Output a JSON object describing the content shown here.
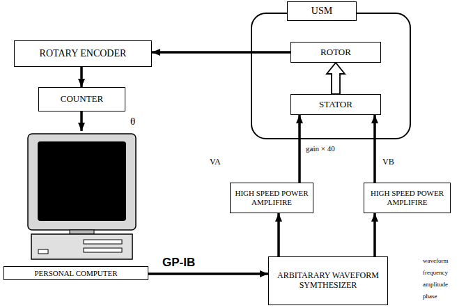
{
  "diagram": {
    "nodes": [
      {
        "text": [
          "USM"
        ]
      },
      {
        "text": [
          "ROTOR"
        ],
        "in": 0
      },
      {
        "text": [
          "STATOR"
        ],
        "in": 0
      },
      {
        "text": [
          "ROTARY ENCODER"
        ]
      },
      {
        "text": [
          "COUNTER"
        ]
      },
      {
        "text": [
          "PERSONAL COMPUTER"
        ]
      },
      {
        "text": [
          "HIGH SPEED POWER AMPLIFIRE"
        ]
      },
      {
        "text": [
          "HIGH SPEED POWER AMPLIFIRE"
        ]
      },
      {
        "text": [
          "ARBITARARY WAVEFORM SYMTHESIZER"
        ]
      }
    ],
    "edges": [
      {
        "from": 2,
        "to": 1,
        "arrow": "to"
      },
      {
        "from": 1,
        "to": 3,
        "arrow": "to"
      },
      {
        "from": 3,
        "to": 4,
        "arrow": "to"
      },
      {
        "from": 4,
        "to": 5,
        "label": "θ",
        "arrow": "to"
      },
      {
        "from": 5,
        "to": 8,
        "label": "GP-IB",
        "arrow": "to"
      },
      {
        "from": 8,
        "to": 6,
        "arrow": "to"
      },
      {
        "from": 8,
        "to": 7,
        "arrow": "to"
      },
      {
        "from": 6,
        "to": 2,
        "label": "VA",
        "arrow": "to"
      },
      {
        "from": 7,
        "to": 2,
        "label": "VB",
        "arrow": "to"
      }
    ],
    "labels": [
      "gain × 40",
      "waveform",
      "frequency",
      "amplitude",
      "phase"
    ]
  }
}
